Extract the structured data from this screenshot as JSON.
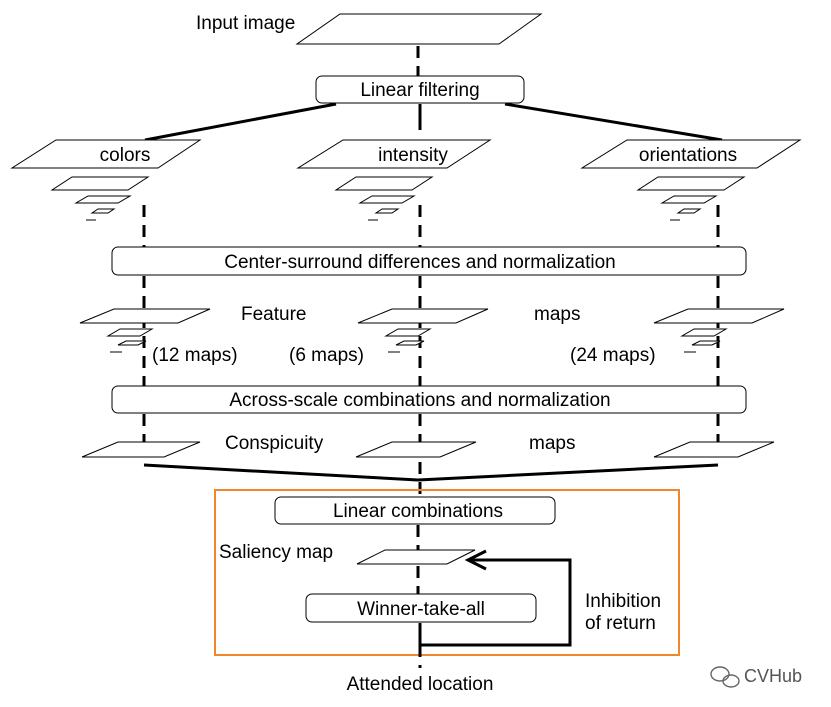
{
  "input_label": "Input image",
  "stages": {
    "linear_filtering": "Linear filtering",
    "center_surround": "Center-surround differences and normalization",
    "across_scale": "Across-scale combinations and normalization",
    "linear_combinations": "Linear combinations",
    "winner_take_all": "Winner-take-all"
  },
  "channels": {
    "colors": "colors",
    "intensity": "intensity",
    "orientations": "orientations"
  },
  "feature_maps": {
    "word1": "Feature",
    "word2": "maps",
    "colors_count": "(12 maps)",
    "intensity_count": "(6 maps)",
    "orientations_count": "(24 maps)"
  },
  "conspicuity": {
    "word1": "Conspicuity",
    "word2": "maps"
  },
  "saliency_label": "Saliency map",
  "inhibition": {
    "line1": "Inhibition",
    "line2": "of return"
  },
  "output_label": "Attended location",
  "watermark": "CVHub",
  "colors": {
    "highlight_border": "#f0862e",
    "line": "#000000"
  }
}
